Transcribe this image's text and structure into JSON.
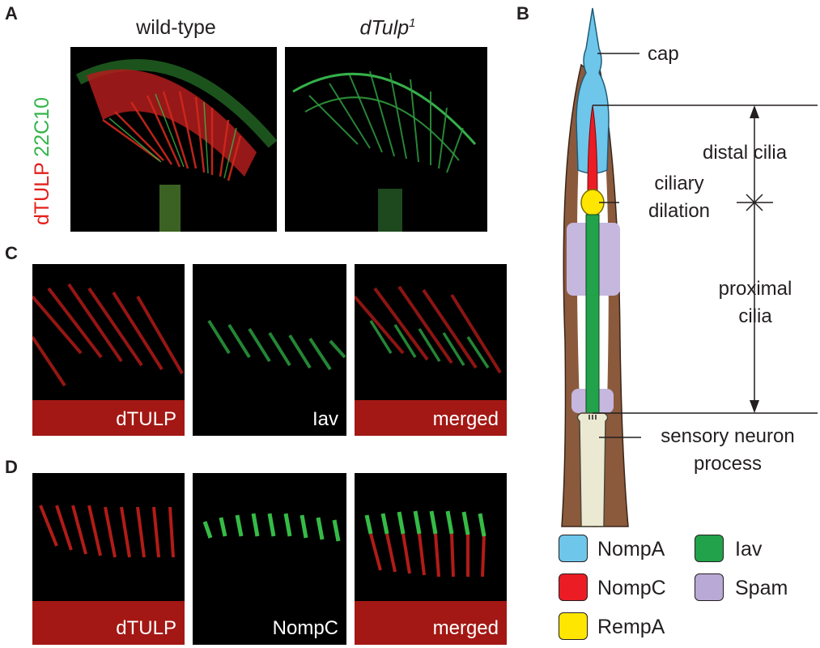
{
  "panels": {
    "a_letter": "A",
    "b_letter": "B",
    "c_letter": "C",
    "d_letter": "D"
  },
  "panel_a": {
    "col_wildtype": "wild-type",
    "col_mutant_base": "dTulp",
    "col_mutant_sup": "1",
    "stain_red": "dTULP",
    "stain_green": "22C10"
  },
  "panel_c": {
    "labels": [
      "dTULP",
      "Iav",
      "merged"
    ]
  },
  "panel_d": {
    "labels": [
      "dTULP",
      "NompC",
      "merged"
    ]
  },
  "diagram": {
    "cap": "cap",
    "distal_cilia": "distal cilia",
    "ciliary_dilation_1": "ciliary",
    "ciliary_dilation_2": "dilation",
    "proximal_cilia_1": "proximal",
    "proximal_cilia_2": "cilia",
    "sensory_1": "sensory neuron",
    "sensory_2": "process"
  },
  "legend": [
    {
      "label": "NompA",
      "color": "#6ec6ea"
    },
    {
      "label": "NompC",
      "color": "#ec1c24"
    },
    {
      "label": "RempA",
      "color": "#ffe600"
    },
    {
      "label": "Iav",
      "color": "#22a24a"
    },
    {
      "label": "Spam",
      "color": "#b9a9d6"
    }
  ],
  "colors": {
    "scolopale": "#8b5a3c",
    "neuron": "#ece9d2",
    "spam": "#c6b7de",
    "cilia_green": "#22a24a",
    "red_stain": "#e3201c",
    "green_stain": "#33c24a"
  }
}
